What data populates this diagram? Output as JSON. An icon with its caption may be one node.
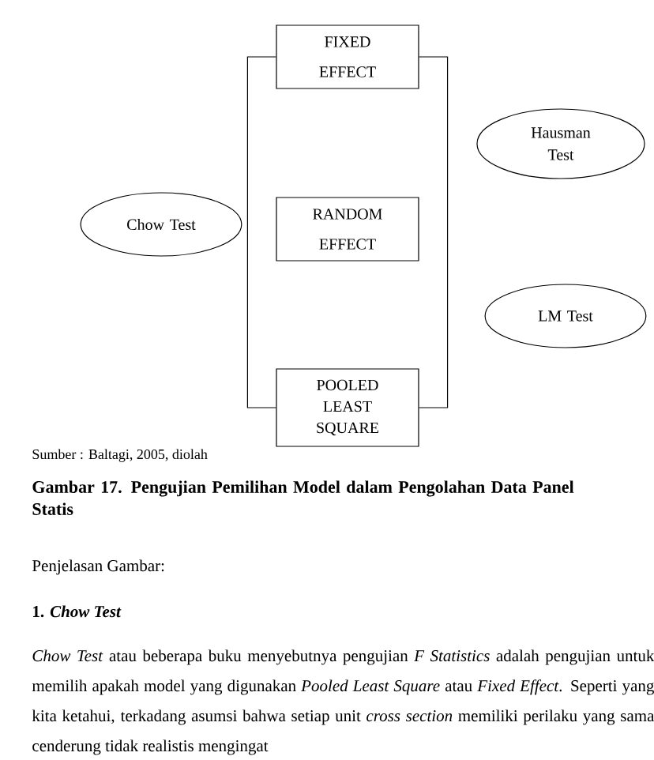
{
  "diagram": {
    "caption": "Gambar 17. Pengujian Pemilihan Model dalam Pengolahan Data Panel Statis",
    "nodes": [
      {
        "text": [
          "FIXED EFFECT"
        ]
      },
      {
        "text": [
          "Chow Test"
        ]
      },
      {
        "text": [
          "Hausman Test"
        ]
      },
      {
        "text": [
          "RANDOM EFFECT"
        ]
      },
      {
        "text": [
          "LM Test"
        ]
      },
      {
        "text": [
          "POOLED LEAST SQUARE"
        ]
      }
    ],
    "edges": [
      {
        "from": 0,
        "to": 5,
        "arrow": "none"
      },
      {
        "from": 0,
        "to": 5,
        "arrow": "none"
      }
    ],
    "labels": [
      "Sumber : Baltagi, 2005, diolah",
      "Penjelasan Gambar:",
      "1. *Chow Test*",
      "*Chow Test* atau beberapa buku menyebutnya pengujian *F Statistics* adalah pengujian untuk memilih apakah model yang digunakan *Pooled Least Square* atau *Fixed Effect*. Seperti yang kita ketahui, terkadang asumsi bahwa setiap unit *cross section* memiliki perilaku yang sama cenderung tidak realistis mengingat"
    ]
  }
}
